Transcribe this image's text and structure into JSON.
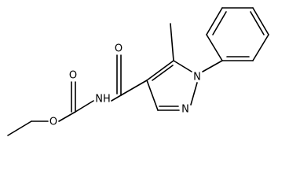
{
  "molecule": {
    "atom_labels": {
      "o_carbonyl_amide": "O",
      "o_carbonyl_ester": "O",
      "o_ester": "O",
      "nh": "NH",
      "n1": "N",
      "n2": "N"
    }
  },
  "colors": {
    "bond": "#000000",
    "background": "#ffffff"
  }
}
